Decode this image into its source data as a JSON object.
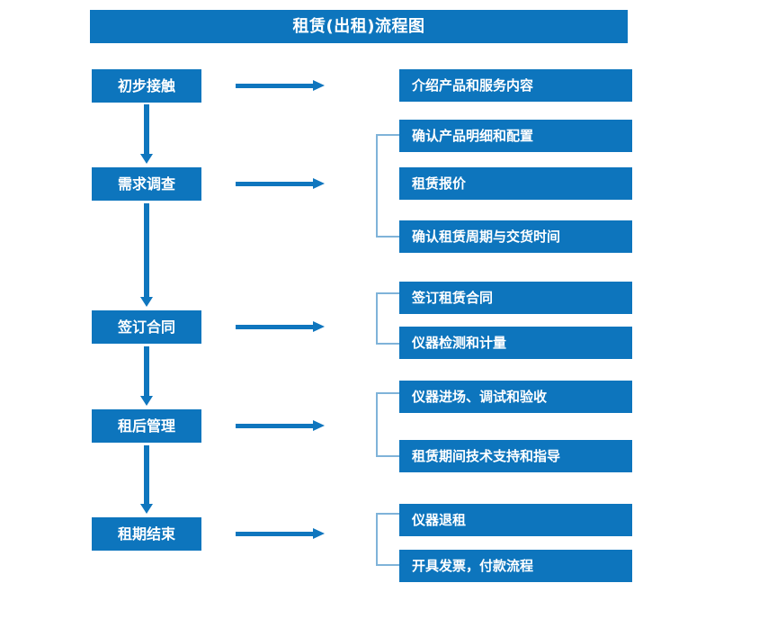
{
  "diagram": {
    "title": "租赁(出租)流程图",
    "colors": {
      "box_fill": "#0D75BD",
      "box_text": "#FFFFFF",
      "arrow": "#0F76BE",
      "bracket": "#7FB3D9",
      "background": "#FFFFFF"
    },
    "stages": [
      {
        "label": "初步接触"
      },
      {
        "label": "需求调查"
      },
      {
        "label": "签订合同"
      },
      {
        "label": "租后管理"
      },
      {
        "label": "租期结束"
      }
    ],
    "details": [
      {
        "label": "介绍产品和服务内容"
      },
      {
        "label": "确认产品明细和配置"
      },
      {
        "label": "租赁报价"
      },
      {
        "label": "确认租赁周期与交货时间"
      },
      {
        "label": "签订租赁合同"
      },
      {
        "label": "仪器检测和计量"
      },
      {
        "label": "仪器进场、调试和验收"
      },
      {
        "label": "租赁期间技术支持和指导"
      },
      {
        "label": "仪器退租"
      },
      {
        "label": "开具发票，付款流程"
      }
    ],
    "connectors": {
      "horizontal_arrow_icon": "arrow-right-icon",
      "vertical_arrow_icon": "arrow-down-icon",
      "bracket_icon": "square-bracket-icon",
      "count_horizontal_arrows": 5,
      "count_vertical_arrows": 4,
      "count_brackets": 4
    }
  }
}
